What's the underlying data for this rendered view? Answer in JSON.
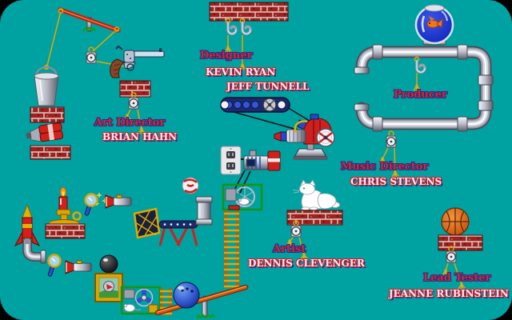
{
  "credits": {
    "designer": {
      "role": "Designer",
      "name1": "KEVIN RYAN",
      "name2": "JEFF TUNNELL"
    },
    "art_director": {
      "role": "Art Director",
      "name1": "BRIAN HAHN"
    },
    "producer": {
      "role": "Producer"
    },
    "music_director": {
      "role": "Music Director",
      "name1": "CHRIS STEVENS"
    },
    "artist": {
      "role": "Artist",
      "name1": "DENNIS CLEVENGER"
    },
    "lead_tester": {
      "role": "Lead Tester",
      "name1": "JEANNE RUBINSTEIN"
    }
  },
  "colors": {
    "background": "#00a1a1",
    "role_text": "#d42828",
    "name_text": "#ffe4ff",
    "text_outline": "#2a2a8c",
    "rope": "#d9a606",
    "brick": "#a02020",
    "pipe_metal": "#9ea0ac",
    "cage_green": "#129612"
  },
  "objects": [
    "seesaw",
    "bucket",
    "dynamite",
    "pulley",
    "revolver",
    "brick-platform",
    "hanging-hook",
    "conveyor-belt",
    "drive-belt",
    "engine-on-stand",
    "power-outlet",
    "generator",
    "hamster-wheel-cage",
    "white-cat",
    "ladder",
    "fishbowl-with-goldfish",
    "pipe-frame",
    "rocket",
    "pipe-elbow",
    "candle",
    "magnifying-glass",
    "flashlight",
    "tilted-grate",
    "trampoline",
    "superball",
    "pipe-segment",
    "eight-ball",
    "picture-frame",
    "fan-cage-with-mouse",
    "ladder-segment",
    "bowling-ball",
    "seesaw-plank",
    "basketball"
  ]
}
